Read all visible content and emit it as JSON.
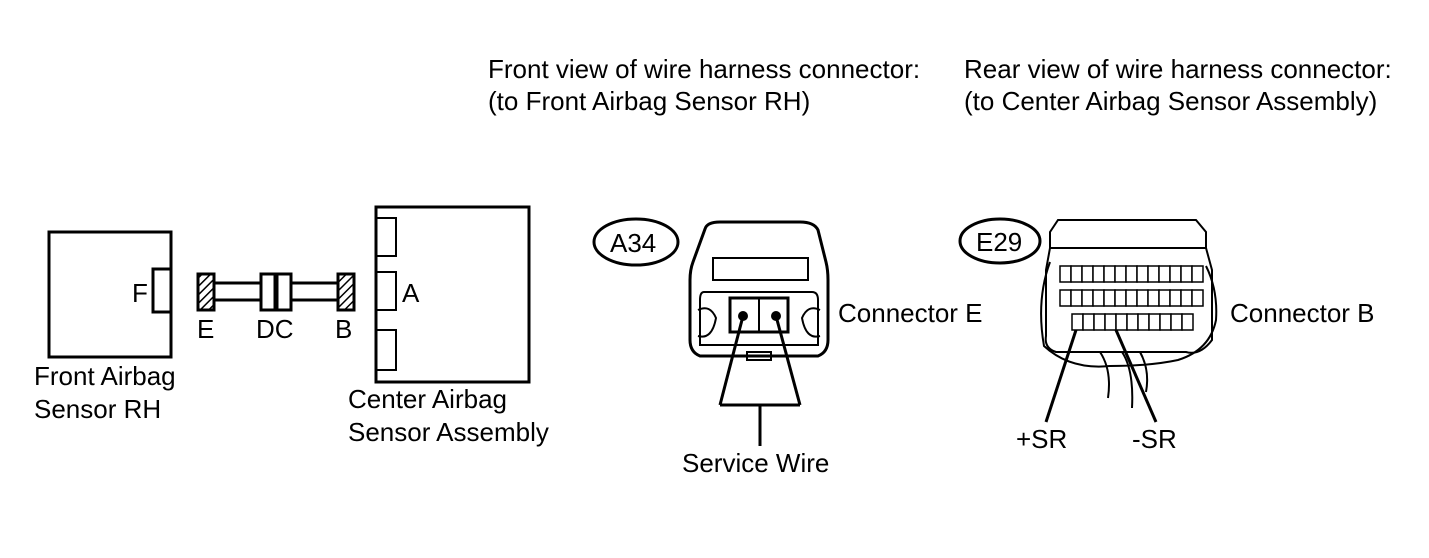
{
  "front_view": {
    "line1": "Front view of wire harness connector:",
    "line2": "(to Front Airbag Sensor RH)"
  },
  "rear_view": {
    "line1": "Rear view of wire harness connector:",
    "line2": "(to Center Airbag Sensor Assembly)"
  },
  "front_sensor": {
    "label_line1": "Front Airbag",
    "label_line2": "Sensor RH",
    "terminal": "F"
  },
  "harness": {
    "left_end": "E",
    "middle": "DC",
    "right_end": "B"
  },
  "center_sensor": {
    "label_line1": "Center Airbag",
    "label_line2": "Sensor Assembly",
    "terminal": "A"
  },
  "connector_a34": {
    "code": "A34",
    "name": "Connector E",
    "wire_label": "Service Wire"
  },
  "connector_e29": {
    "code": "E29",
    "name": "Connector B",
    "pin_positive": "+SR",
    "pin_negative": "-SR"
  }
}
